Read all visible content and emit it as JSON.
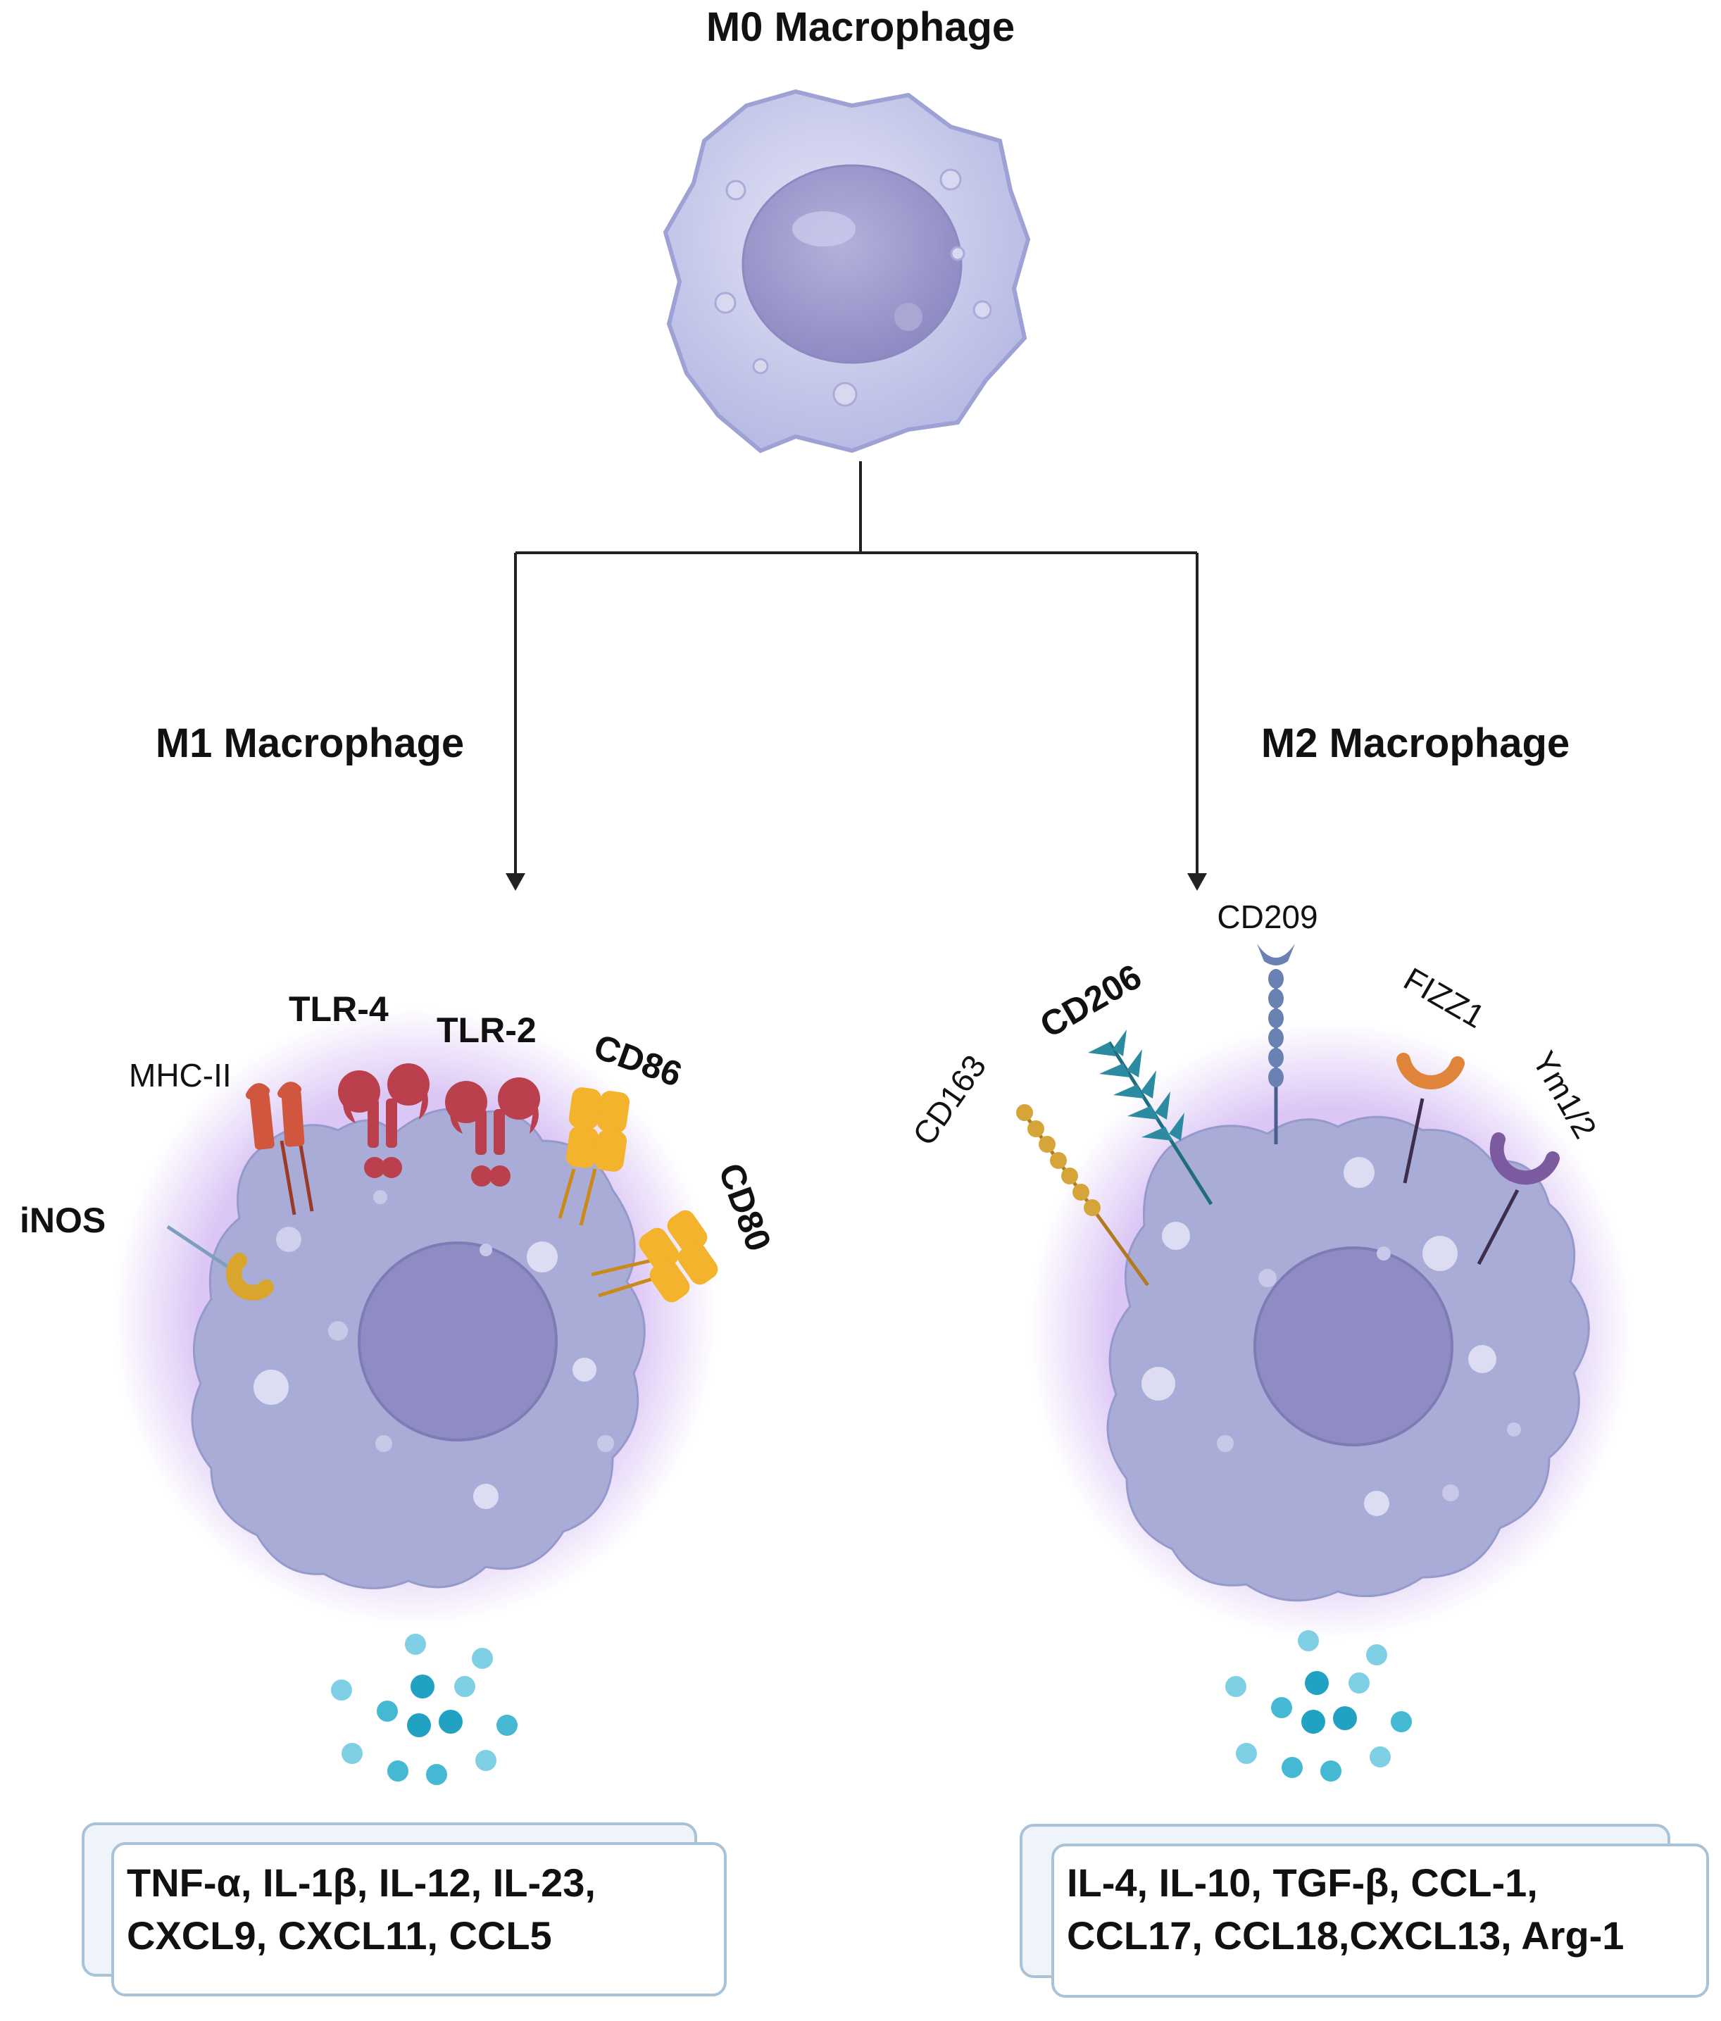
{
  "nodes": {
    "m0": {
      "title": "M0 Macrophage"
    },
    "m1": {
      "title": "M1 Macrophage",
      "markers": {
        "inos": "iNOS",
        "mhc2": "MHC-II",
        "tlr4": "TLR-4",
        "tlr2": "TLR-2",
        "cd86": "CD86",
        "cd80": "CD80"
      },
      "secreted": [
        "TNF-α, IL-1β, IL-12, IL-23,",
        "CXCL9, CXCL11, CCL5"
      ]
    },
    "m2": {
      "title": "M2 Macrophage",
      "markers": {
        "cd209": "CD209",
        "cd206": "CD206",
        "cd163": "CD163",
        "fizz1": "FIZZ1",
        "ym12": "Ym1/2"
      },
      "secreted": [
        "IL-4, IL-10, TGF-β, CCL-1,",
        "CCL17, CCL18,CXCL13, Arg-1"
      ]
    }
  },
  "colors": {
    "cell_fill": "#a9acd6",
    "cell_glow": "#c9a8f0",
    "nucleus": "#8f8cc4",
    "m0_cell": "#c8caeb",
    "m0_nucleus": "#a3a0cf",
    "mhc2": "#d0563e",
    "tlr": "#b9404c",
    "cd86_cd80": "#f4b32c",
    "inos": "#d9a52c",
    "cd206": "#2b8ca1",
    "cd209": "#6a82b3",
    "cd163": "#d6a53a",
    "fizz1": "#e0843a",
    "ym12": "#7c5aa0",
    "cytokine": "#45b8d3",
    "box_border": "#a8c2d8"
  },
  "icons": [
    "arrow-down-icon",
    "receptor-icon",
    "cytokine-dot-icon"
  ]
}
